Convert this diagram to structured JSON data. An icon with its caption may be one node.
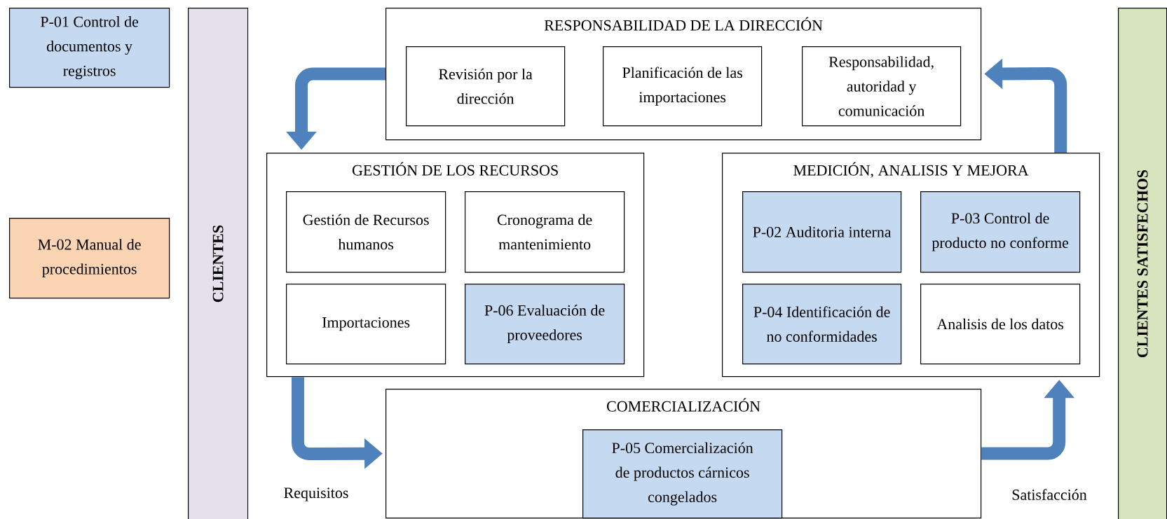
{
  "diagram": {
    "nodes": [
      {
        "text": [
          "P-01 Control de documentos y registros"
        ]
      },
      {
        "text": [
          "M-02 Manual de procedimientos"
        ]
      },
      {
        "text": [
          "CLIENTES"
        ]
      },
      {
        "text": [
          "RESPONSABILIDAD DE LA DIRECCIÓN"
        ]
      },
      {
        "text": [
          "Revisión por la dirección"
        ],
        "in": 3
      },
      {
        "text": [
          "Planificación de las importaciones"
        ],
        "in": 3
      },
      {
        "text": [
          "Responsabilidad, autoridad y comunicación"
        ],
        "in": 3
      },
      {
        "text": [
          "GESTIÓN DE LOS RECURSOS"
        ]
      },
      {
        "text": [
          "Gestión de Recursos humanos"
        ],
        "in": 7
      },
      {
        "text": [
          "Cronograma de mantenimiento"
        ],
        "in": 7
      },
      {
        "text": [
          "Importaciones"
        ],
        "in": 7
      },
      {
        "text": [
          "P-06 Evaluación de proveedores"
        ],
        "in": 7
      },
      {
        "text": [
          "MEDICIÓN, ANALISIS Y MEJORA"
        ]
      },
      {
        "text": [
          "P-02 Auditoria interna"
        ],
        "in": 12
      },
      {
        "text": [
          "P-03 Control de producto no conforme"
        ],
        "in": 12
      },
      {
        "text": [
          "P-04 Identificación de no conformidades"
        ],
        "in": 12
      },
      {
        "text": [
          "Analisis de los datos"
        ],
        "in": 12
      },
      {
        "text": [
          "COMERCIALIZACIÓN"
        ]
      },
      {
        "text": [
          "P-05 Comercialización de productos cárnicos congelados"
        ],
        "in": 17
      },
      {
        "text": [
          "CLIENTES SATISFECHOS"
        ]
      }
    ],
    "edges": [
      {
        "from": 3,
        "to": 7,
        "arrow": "to"
      },
      {
        "from": 7,
        "to": 17,
        "arrow": "to",
        "label": "Requisitos"
      },
      {
        "from": 17,
        "to": 12,
        "arrow": "to",
        "label": "Satisfacción"
      },
      {
        "from": 12,
        "to": 3,
        "arrow": "to"
      }
    ]
  }
}
